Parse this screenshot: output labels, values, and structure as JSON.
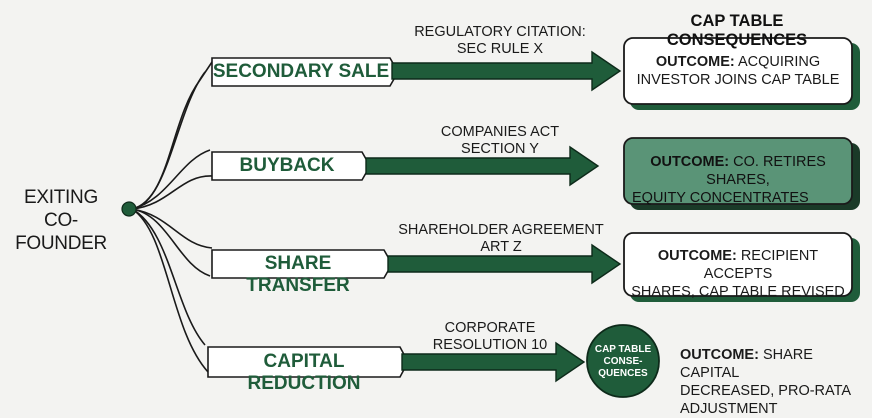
{
  "root": {
    "line1": "EXITING",
    "line2": "CO-FOUNDER"
  },
  "heading": "CAP TABLE CONSEQUENCES",
  "branches": [
    {
      "label": "SECONDARY SALE",
      "cite1": "REGULATORY CITATION:",
      "cite2": "SEC RULE X",
      "outcome_key": "OUTCOME:",
      "outcome_line1": "ACQUIRING",
      "outcome_line2": "INVESTOR JOINS CAP TABLE"
    },
    {
      "label": "BUYBACK",
      "cite1": "COMPANIES ACT",
      "cite2": "SECTION Y",
      "outcome_key": "OUTCOME:",
      "outcome_line1": "CO. RETIRES SHARES,",
      "outcome_line2": "EQUITY CONCENTRATES"
    },
    {
      "label": "SHARE TRANSFER",
      "cite1": "SHAREHOLDER AGREEMENT",
      "cite2": "ART Z",
      "outcome_key": "OUTCOME:",
      "outcome_line1": "RECIPIENT ACCEPTS",
      "outcome_line2": "SHARES, CAP TABLE REVISED"
    },
    {
      "label": "CAPITAL REDUCTION",
      "cite1": "CORPORATE",
      "cite2": "RESOLUTION 10",
      "outcome_key": "OUTCOME:",
      "outcome_line1": "SHARE CAPITAL",
      "outcome_line2": "DECREASED, PRO-RATA",
      "outcome_line3": "ADJUSTMENT"
    }
  ],
  "circle": {
    "line1": "CAP TABLE",
    "line2": "CONSE-",
    "line3": "QUENCES"
  },
  "colors": {
    "accent": "#1f5c3a",
    "accent_light": "#4f8f6d",
    "dot": "#1f5c3a"
  }
}
